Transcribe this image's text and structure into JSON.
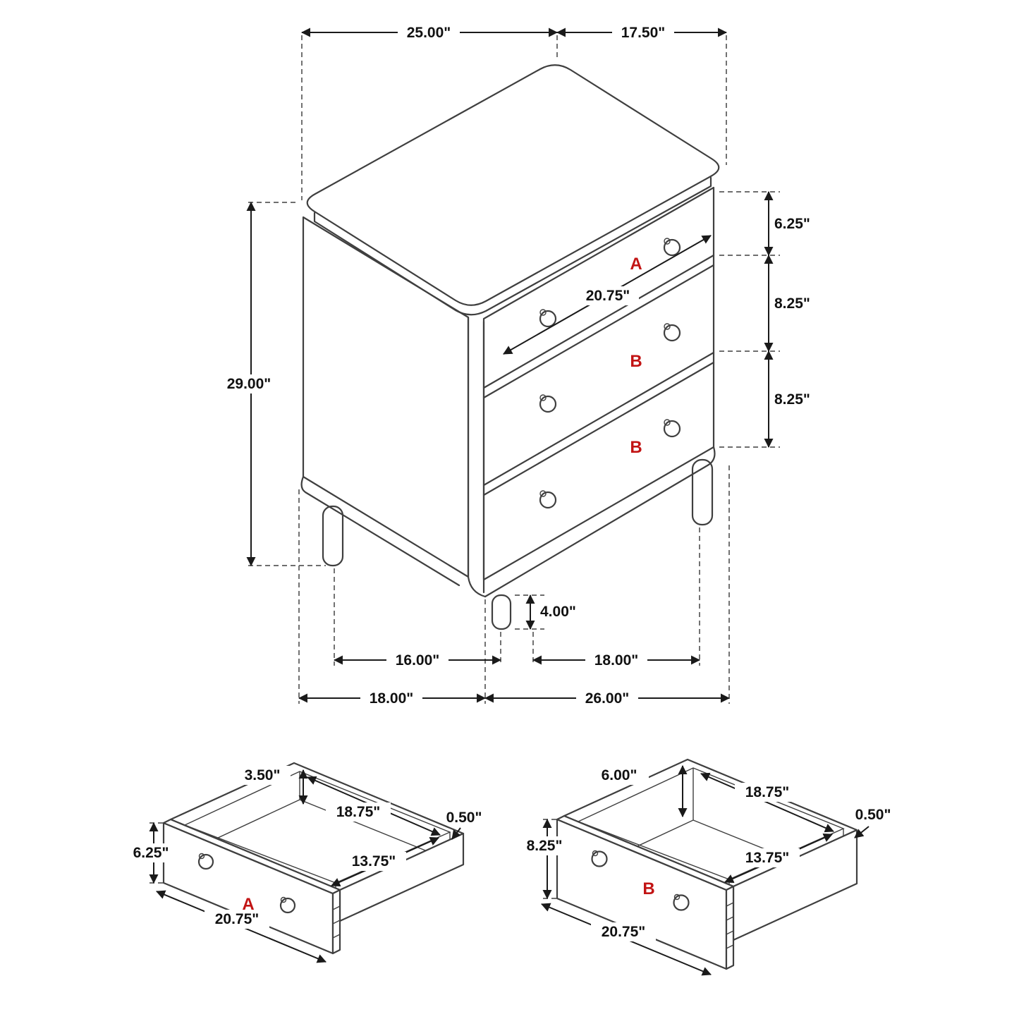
{
  "main": {
    "top_width": "25.00\"",
    "top_depth": "17.50\"",
    "top_drawer_height": "6.25\"",
    "middle_drawer_height": "8.25\"",
    "bottom_drawer_height": "8.25\"",
    "overall_height": "29.00\"",
    "drawer_front_width": "20.75\"",
    "leg_height": "4.00\"",
    "leg_span_left": "16.00\"",
    "leg_span_right": "18.00\"",
    "base_depth": "18.00\"",
    "base_width": "26.00\"",
    "top_drawer_label": "A",
    "middle_drawer_label": "B",
    "bottom_drawer_label": "B"
  },
  "drawer_a": {
    "label": "A",
    "box_height": "3.50\"",
    "interior_width": "18.75\"",
    "side_thickness": "0.50\"",
    "interior_depth": "13.75\"",
    "front_height": "6.25\"",
    "front_width": "20.75\""
  },
  "drawer_b": {
    "label": "B",
    "box_height": "6.00\"",
    "interior_width": "18.75\"",
    "side_thickness": "0.50\"",
    "interior_depth": "13.75\"",
    "front_height": "8.25\"",
    "front_width": "20.75\""
  },
  "colors": {
    "line": "#3f3f3f",
    "dimension": "#1a1a1a",
    "label_red": "#c21414",
    "background": "#ffffff"
  }
}
